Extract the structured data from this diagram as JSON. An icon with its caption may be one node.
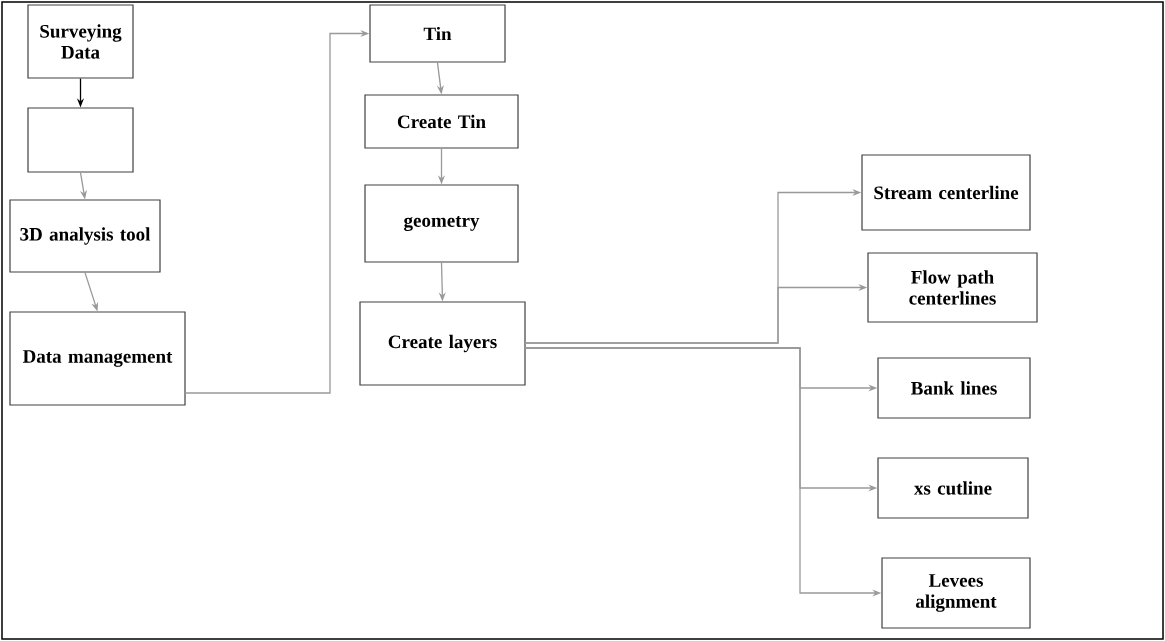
{
  "diagram": {
    "nodes": [
      {
        "text": [
          "Surveying Data"
        ]
      },
      {
        "text": [],
        "shape": "box"
      },
      {
        "text": [
          "3D analysis tool"
        ]
      },
      {
        "text": [
          "Data management"
        ]
      },
      {
        "text": [
          "Tin"
        ]
      },
      {
        "text": [
          "Create Tin"
        ]
      },
      {
        "text": [
          "geometry"
        ]
      },
      {
        "text": [
          "Create layers"
        ]
      },
      {
        "text": [
          "Stream centerline"
        ]
      },
      {
        "text": [
          "Flow path centerlines"
        ]
      },
      {
        "text": [
          "Bank lines"
        ]
      },
      {
        "text": [
          "xs cutline"
        ]
      },
      {
        "text": [
          "Levees alignment"
        ]
      }
    ],
    "edges": [
      {
        "from": 0,
        "to": 1,
        "arrow": "to",
        "color": "#000000"
      },
      {
        "from": 1,
        "to": 2,
        "arrow": "to"
      },
      {
        "from": 2,
        "to": 3,
        "arrow": "to"
      },
      {
        "from": 3,
        "to": 4,
        "arrow": "to"
      },
      {
        "from": 4,
        "to": 5,
        "arrow": "to"
      },
      {
        "from": 5,
        "to": 6,
        "arrow": "to"
      },
      {
        "from": 6,
        "to": 7,
        "arrow": "to"
      },
      {
        "from": 7,
        "to": 8,
        "arrow": "to"
      },
      {
        "from": 7,
        "to": 9,
        "arrow": "to"
      },
      {
        "from": 7,
        "to": 10,
        "arrow": "to"
      },
      {
        "from": 7,
        "to": 11,
        "arrow": "to"
      },
      {
        "from": 7,
        "to": 12,
        "arrow": "to"
      }
    ]
  }
}
